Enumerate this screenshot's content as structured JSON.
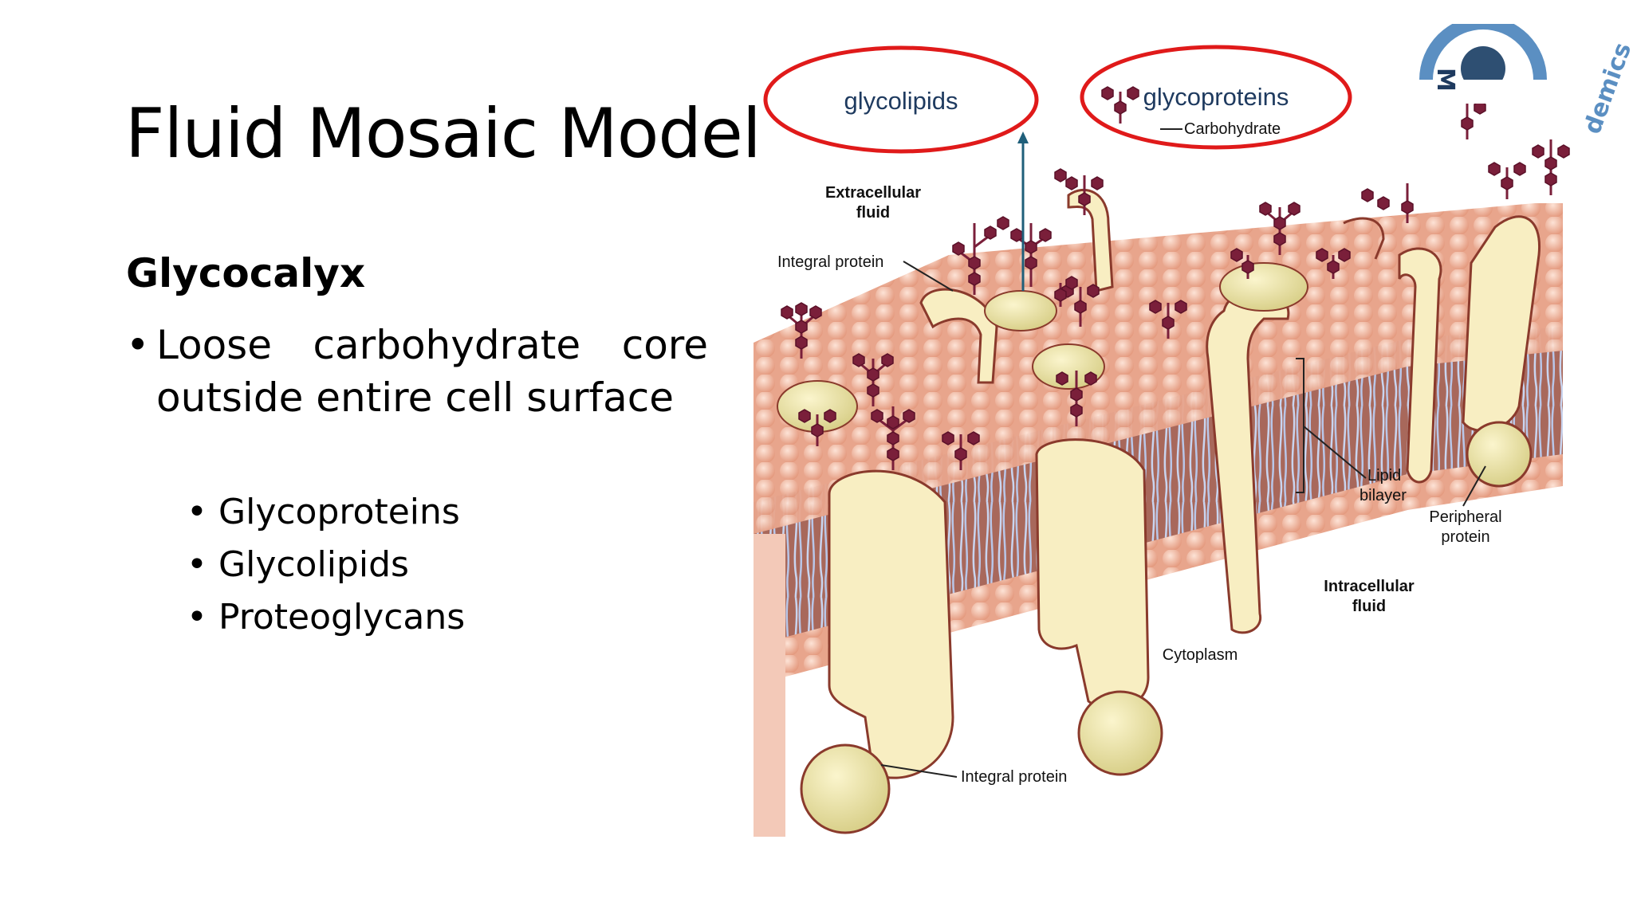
{
  "slide": {
    "title": "Fluid Mosaic Model",
    "subheading": "Glycocalyx",
    "bullet_main": "Loose carbohydrate core outside entire cell surface",
    "bullet_glyph": "•",
    "sub_bullets": [
      "Glycoproteins",
      "Glycolipids",
      "Proteoglycans"
    ]
  },
  "diagram": {
    "callouts": {
      "glycolipids": "glycolipids",
      "glycoproteins": "glycoproteins"
    },
    "labels": {
      "carbohydrate": "Carbohydrate",
      "extracellular_line1": "Extracellular",
      "extracellular_line2": "fluid",
      "integral_protein_top": "Integral protein",
      "lipid_line1": "Lipid",
      "lipid_line2": "bilayer",
      "peripheral_line1": "Peripheral",
      "peripheral_line2": "protein",
      "intracellular_line1": "Intracellular",
      "intracellular_line2": "fluid",
      "cytoplasm": "Cytoplasm",
      "integral_protein_bottom": "Integral protein"
    },
    "colors": {
      "callout_ring": "#e01a1a",
      "callout_text": "#1e3a5f",
      "lipid_head": "#f0b39a",
      "protein_fill": "#f8eec2",
      "protein_stroke": "#8a3a2c",
      "carbohydrate": "#7a1f3a",
      "arrow": "#1f5f7a",
      "logo_blue": "#5b8fc2"
    }
  },
  "logo": {
    "letter": "M",
    "text": "demics"
  }
}
